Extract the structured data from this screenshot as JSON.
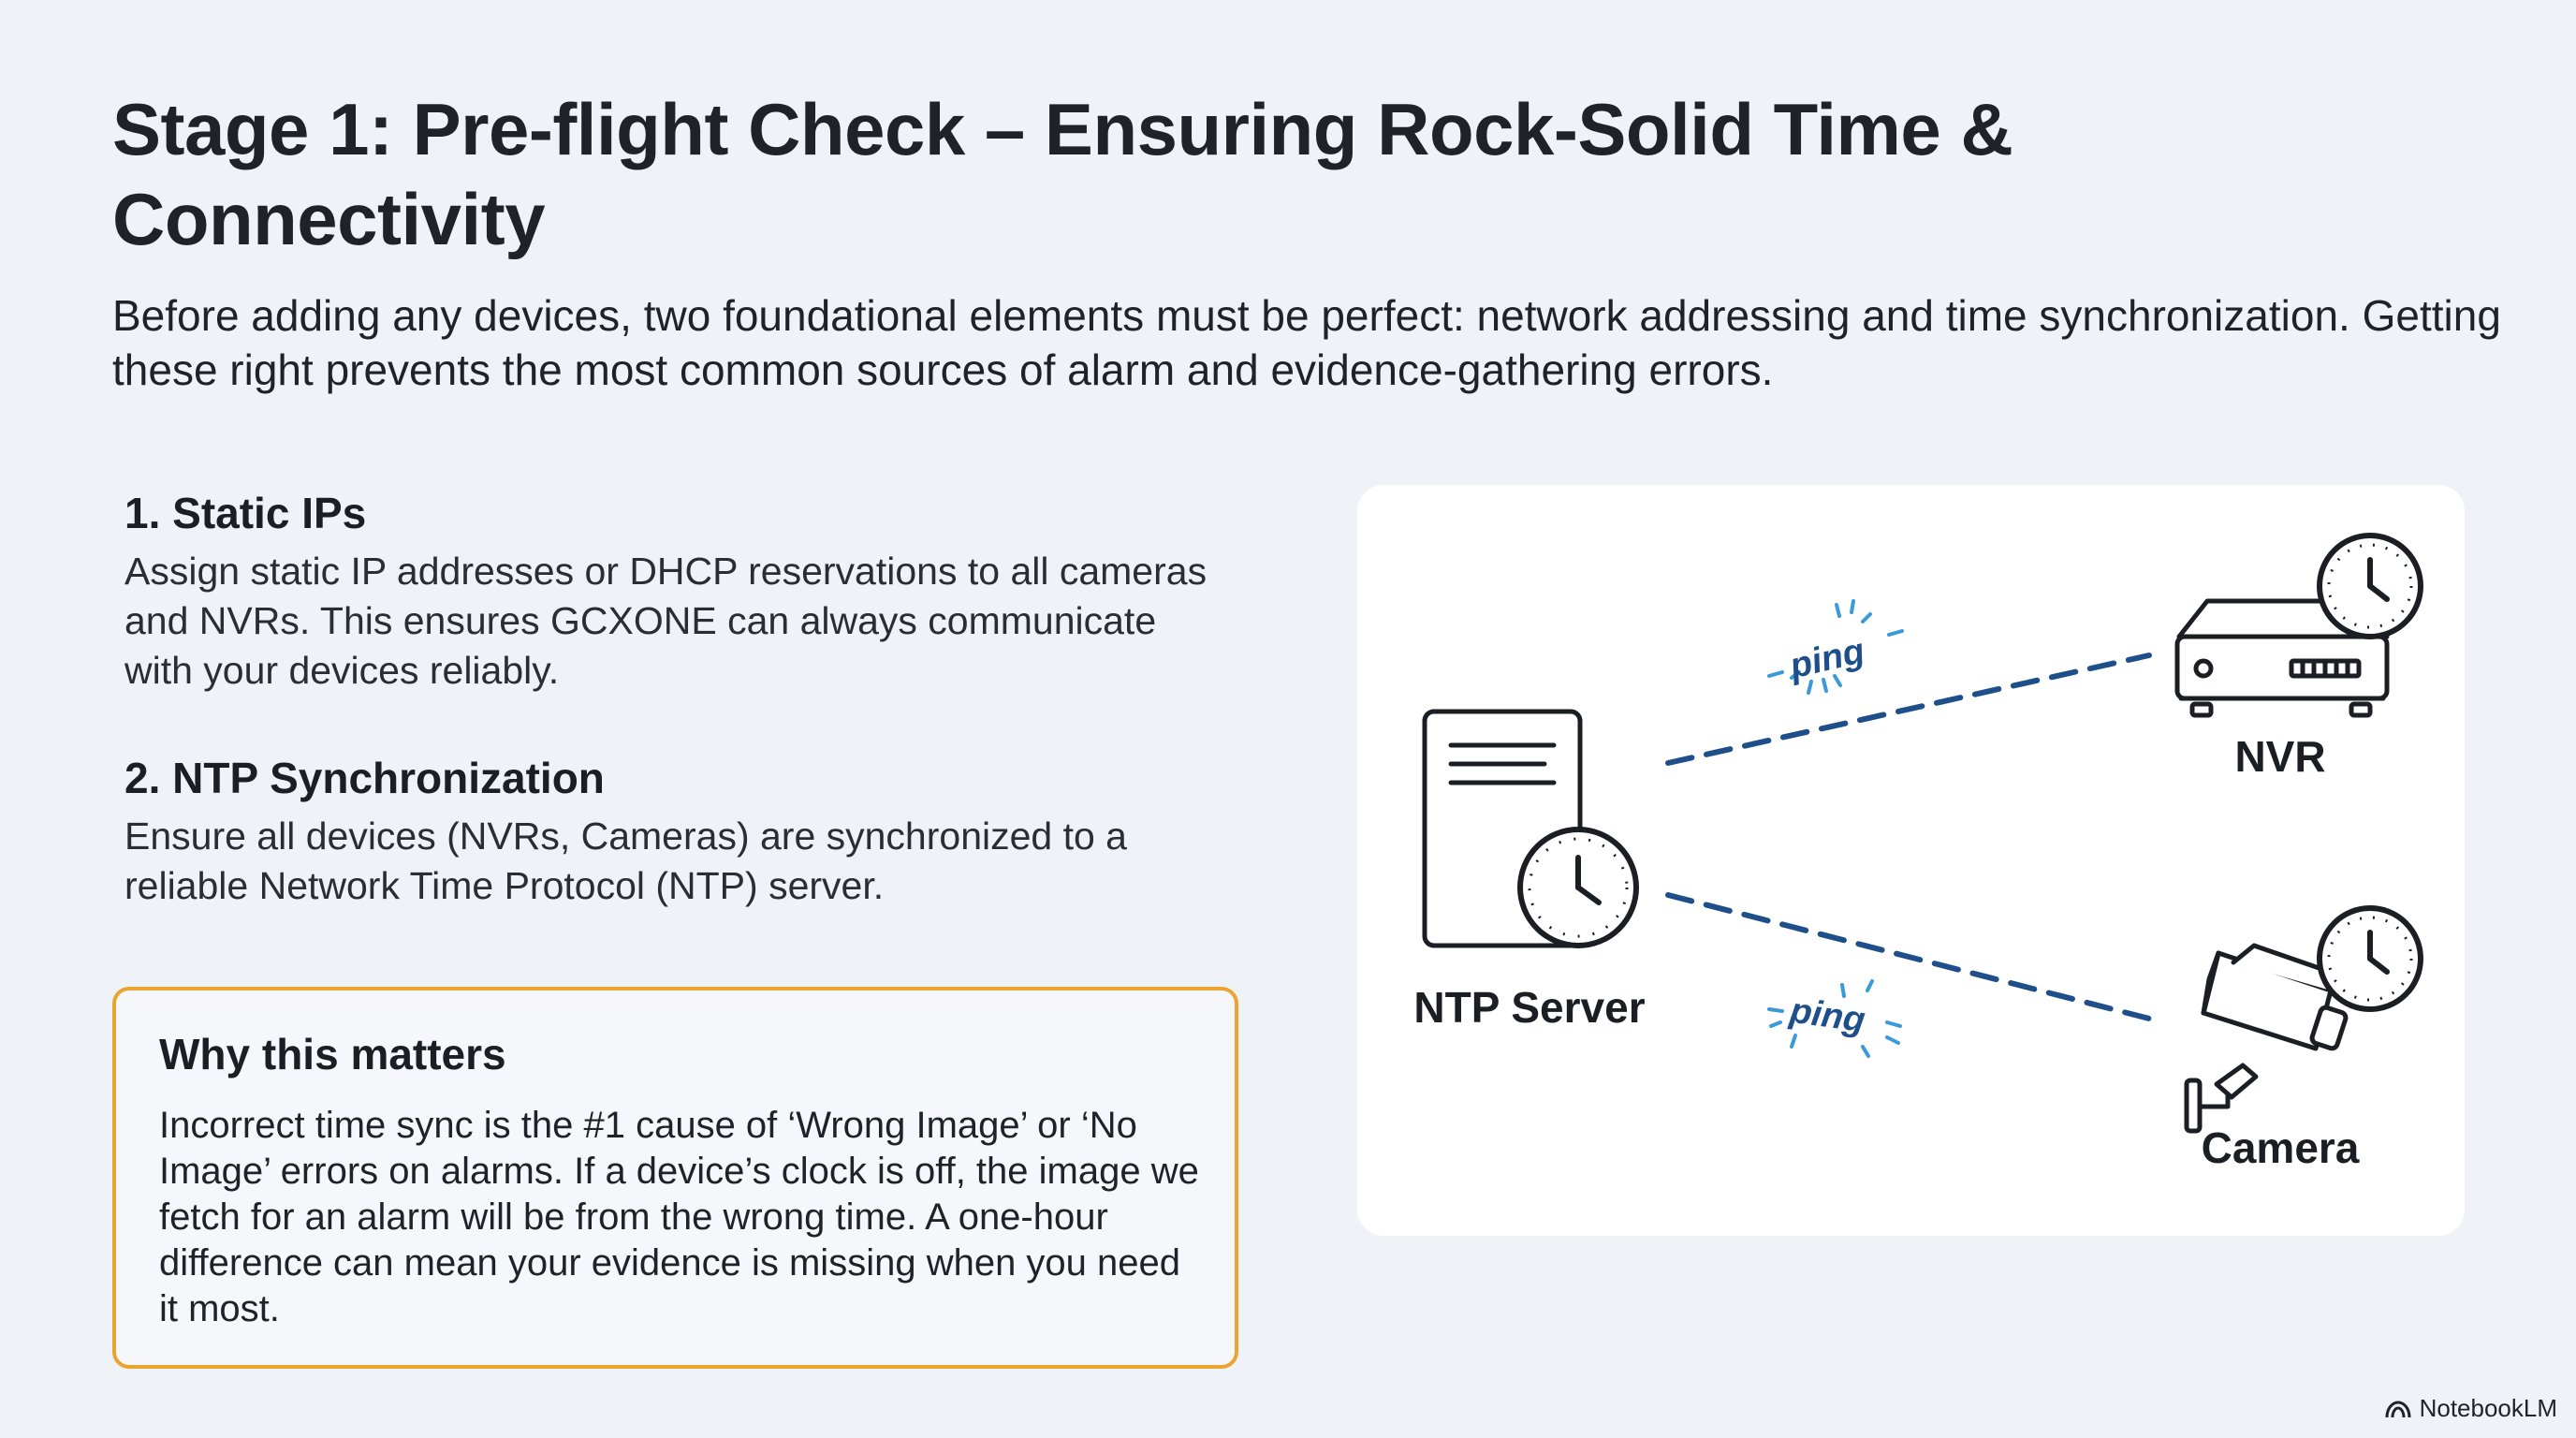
{
  "title": "Stage 1: Pre-flight Check – Ensuring Rock-Solid Time & Connectivity",
  "intro": "Before adding any devices, two foundational elements must be perfect: network addressing and time synchronization. Getting these right prevents the most common sources of alarm and evidence-gathering errors.",
  "sections": [
    {
      "heading": "1. Static IPs",
      "body": "Assign static IP addresses or DHCP reservations to all cameras and NVRs. This ensures GCXONE can always communicate with your devices reliably."
    },
    {
      "heading": "2. NTP Synchronization",
      "body": "Ensure all devices (NVRs, Cameras) are synchronized to a reliable Network Time Protocol (NTP) server."
    }
  ],
  "callout": {
    "heading": "Why this matters",
    "body": "Incorrect time sync is the #1 cause of ‘Wrong Image’ or ‘No Image’ errors on alarms. If a device’s clock is off, the image we fetch for an alarm will be from the wrong time. A one-hour difference can mean your evidence is missing when you need it most.",
    "border_color": "#eaa530"
  },
  "diagram": {
    "nodes": {
      "server": "NTP Server",
      "nvr": "NVR",
      "camera": "Camera"
    },
    "link_label_1": "ping",
    "link_label_2": "ping",
    "link_color": "#1f4f8a",
    "ping_burst_color": "#3b9ad9",
    "icons": [
      "server-icon",
      "clock-icon",
      "nvr-icon",
      "camera-icon"
    ]
  },
  "branding": {
    "name": "NotebookLM"
  }
}
